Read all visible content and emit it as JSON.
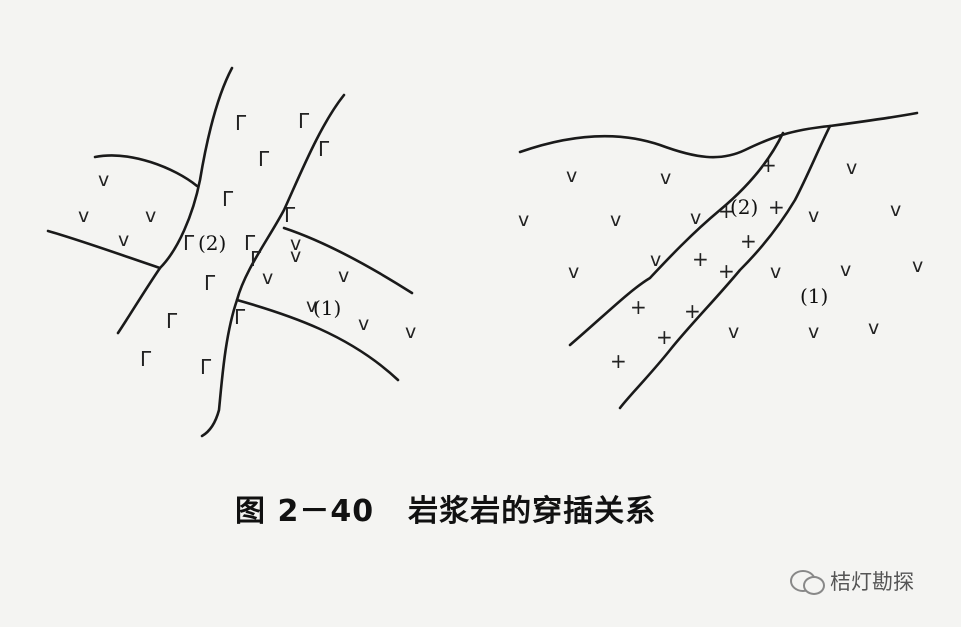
{
  "diagram": {
    "left": {
      "label_dyke": "(2)",
      "label_host": "(1)"
    },
    "right": {
      "label_dyke": "(2)",
      "label_host": "(1)"
    }
  },
  "symbols": {
    "v_mark": "v",
    "gamma_mark": "Γ",
    "plus_mark": "+"
  },
  "caption": {
    "figure_number": "图 2－40",
    "title": "岩浆岩的穿插关系"
  },
  "watermark": {
    "icon": "wechat-icon",
    "text": "桔灯勘探"
  }
}
